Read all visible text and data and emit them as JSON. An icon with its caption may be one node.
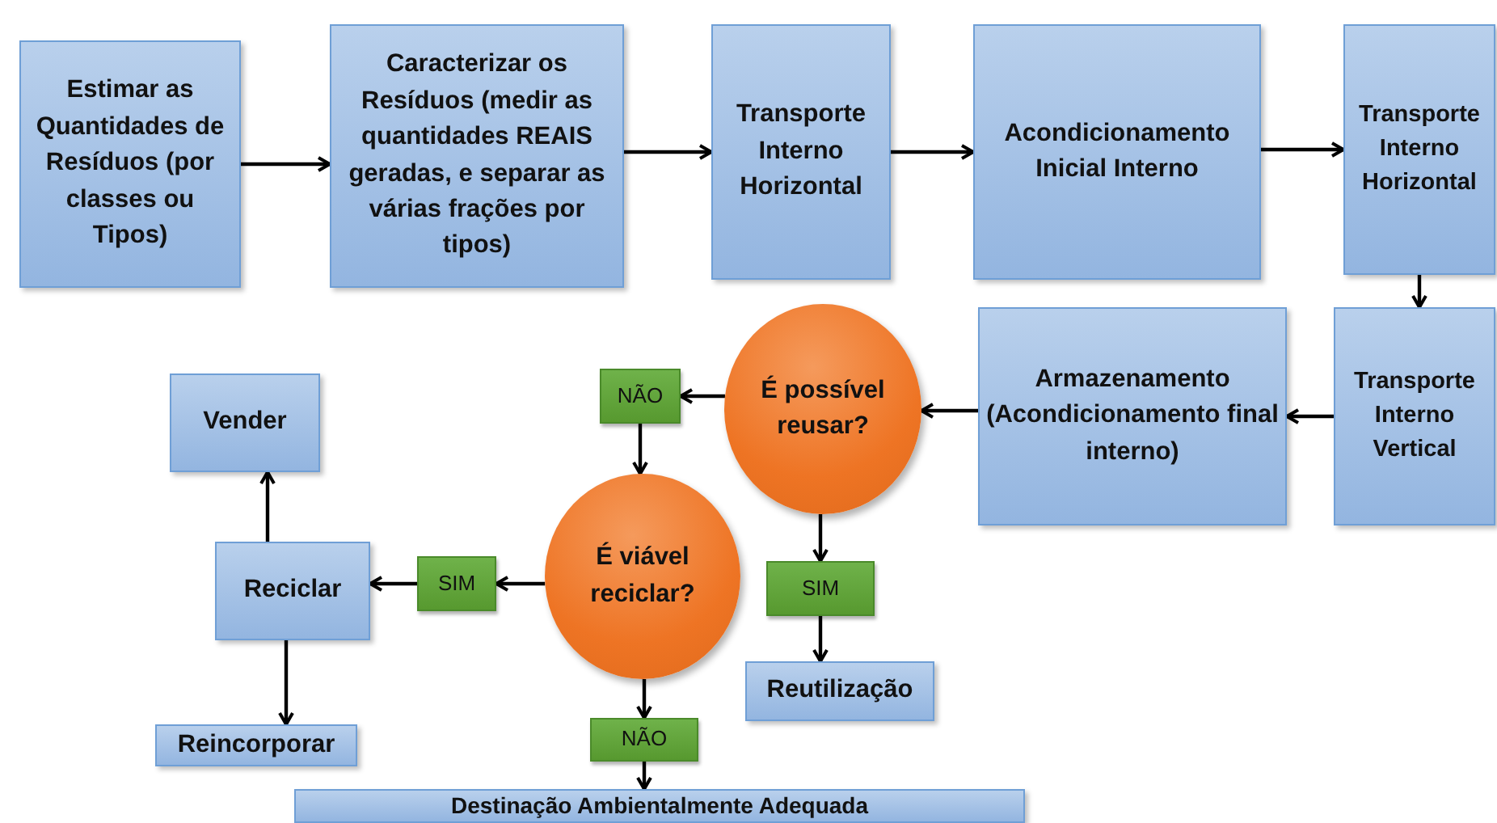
{
  "diagram": {
    "nodes": [
      {
        "text": [
          "Estimar as Quantidades de Resíduos (por classes ou Tipos)"
        ]
      },
      {
        "text": [
          "Caracterizar os Resíduos (medir as quantidades REAIS geradas, e separar as várias frações por tipos)"
        ]
      },
      {
        "text": [
          "Transporte Interno Horizontal"
        ]
      },
      {
        "text": [
          "Acondicionamento Inicial Interno"
        ]
      },
      {
        "text": [
          "Transporte Interno Horizontal"
        ]
      },
      {
        "text": [
          "Armazenamento (Acondicionamento final interno)"
        ]
      },
      {
        "text": [
          "Transporte Interno Vertical"
        ]
      },
      {
        "text": [
          "É possível reusar?"
        ]
      },
      {
        "text": [
          "NÃO"
        ]
      },
      {
        "text": [
          "É viável reciclar?"
        ]
      },
      {
        "text": [
          "SIM"
        ]
      },
      {
        "text": [
          "Reutilização"
        ]
      },
      {
        "text": [
          "SIM"
        ]
      },
      {
        "text": [
          "Reciclar"
        ]
      },
      {
        "text": [
          "Vender"
        ]
      },
      {
        "text": [
          "Reincorporar"
        ]
      },
      {
        "text": [
          "NÃO"
        ]
      },
      {
        "text": [
          "Destinação Ambientalmente Adequada"
        ]
      }
    ],
    "edges": [
      {
        "from": 0,
        "to": 1,
        "arrow": "to"
      },
      {
        "from": 1,
        "to": 2,
        "arrow": "to"
      },
      {
        "from": 2,
        "to": 3,
        "arrow": "to"
      },
      {
        "from": 3,
        "to": 4,
        "arrow": "to"
      },
      {
        "from": 4,
        "to": 6,
        "arrow": "to"
      },
      {
        "from": 6,
        "to": 5,
        "arrow": "to"
      },
      {
        "from": 5,
        "to": 7,
        "arrow": "to"
      },
      {
        "from": 7,
        "to": 8,
        "arrow": "to"
      },
      {
        "from": 8,
        "to": 9,
        "arrow": "to"
      },
      {
        "from": 7,
        "to": 10,
        "arrow": "to"
      },
      {
        "from": 10,
        "to": 11,
        "arrow": "to"
      },
      {
        "from": 9,
        "to": 12,
        "arrow": "to"
      },
      {
        "from": 12,
        "to": 13,
        "arrow": "to"
      },
      {
        "from": 13,
        "to": 14,
        "arrow": "to"
      },
      {
        "from": 13,
        "to": 15,
        "arrow": "to"
      },
      {
        "from": 9,
        "to": 16,
        "arrow": "to"
      },
      {
        "from": 16,
        "to": 17,
        "arrow": "to"
      }
    ]
  }
}
